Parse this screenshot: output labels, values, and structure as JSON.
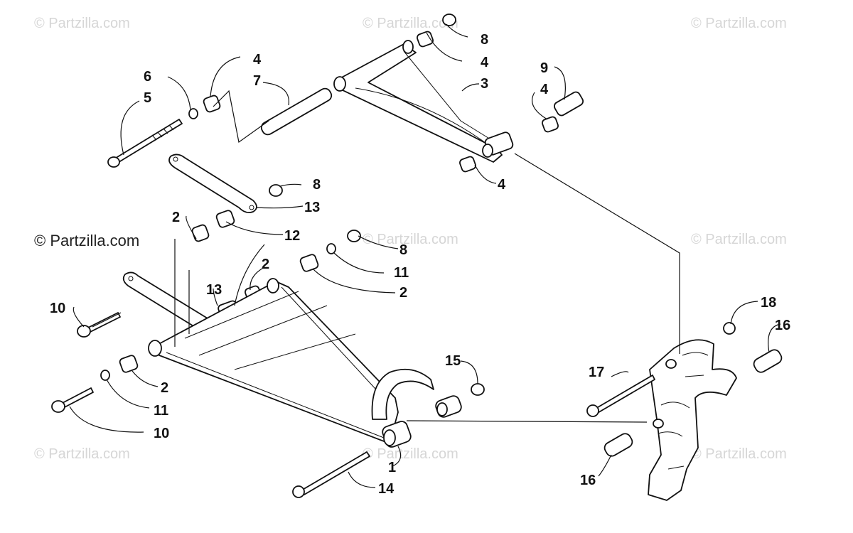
{
  "watermark": {
    "text": "© Partzilla.com",
    "main_text": "© Partzilla.com"
  },
  "callouts": {
    "c1": "1",
    "c2a": "2",
    "c2b": "2",
    "c2c": "2",
    "c2d": "2",
    "c3": "3",
    "c4a": "4",
    "c4b": "4",
    "c4c": "4",
    "c4d": "4",
    "c5": "5",
    "c6": "6",
    "c7": "7",
    "c8a": "8",
    "c8b": "8",
    "c8c": "8",
    "c9": "9",
    "c10a": "10",
    "c10b": "10",
    "c11a": "11",
    "c11b": "11",
    "c12": "12",
    "c13a": "13",
    "c13b": "13",
    "c14": "14",
    "c15": "15",
    "c16a": "16",
    "c16b": "16",
    "c17": "17",
    "c18": "18"
  }
}
